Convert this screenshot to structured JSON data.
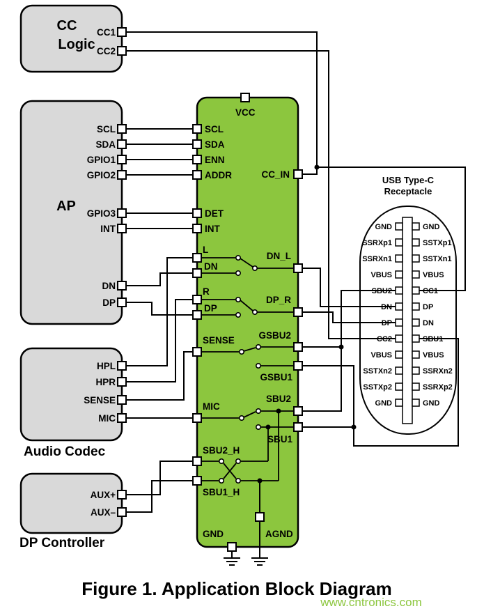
{
  "figure_title": "Figure 1. Application Block Diagram",
  "watermark": "www.cntronics.com",
  "colors": {
    "block_fill": "#d9d9d9",
    "chip_fill": "#8cc63e",
    "watermark_color": "#8cc63e",
    "wire_color": "#000000"
  },
  "cc_logic": {
    "title_line1": "CC",
    "title_line2": "Logic",
    "pins": {
      "cc1": "CC1",
      "cc2": "CC2"
    }
  },
  "ap": {
    "title": "AP",
    "pins": [
      "SCL",
      "SDA",
      "GPIO1",
      "GPIO2",
      "GPIO3",
      "INT",
      "DN",
      "DP"
    ]
  },
  "audio_codec": {
    "title": "Audio Codec",
    "pins": [
      "HPL",
      "HPR",
      "SENSE",
      "MIC"
    ]
  },
  "dp_controller": {
    "title": "DP Controller",
    "pins": [
      "AUX+",
      "AUX–"
    ]
  },
  "chip": {
    "top_pin": "VCC",
    "left_pins": [
      "SCL",
      "SDA",
      "ENN",
      "ADDR",
      "DET",
      "INT"
    ],
    "switch_labels": {
      "l": "L",
      "dn": "DN",
      "r": "R",
      "dp": "DP",
      "sense": "SENSE",
      "mic": "MIC",
      "sbu2_h": "SBU2_H",
      "sbu1_h": "SBU1_H"
    },
    "right_pins": {
      "cc_in": "CC_IN",
      "dn_l": "DN_L",
      "dp_r": "DP_R",
      "gsbu2": "GSBU2",
      "gsbu1": "GSBU1",
      "sbu2": "SBU2",
      "sbu1": "SBU1"
    },
    "bottom_pins": {
      "gnd": "GND",
      "agnd": "AGND"
    }
  },
  "receptacle": {
    "title_line1": "USB Type-C",
    "title_line2": "Receptacle",
    "left_pins": [
      "GND",
      "SSRXp1",
      "SSRXn1",
      "VBUS",
      "SBU2",
      "DN",
      "DP",
      "CC2",
      "VBUS",
      "SSTXn2",
      "SSTXp2",
      "GND"
    ],
    "right_pins": [
      "GND",
      "SSTXp1",
      "SSTXn1",
      "VBUS",
      "CC1",
      "DP",
      "DN",
      "SBU1",
      "VBUS",
      "SSRXn2",
      "SSRXp2",
      "GND"
    ]
  }
}
